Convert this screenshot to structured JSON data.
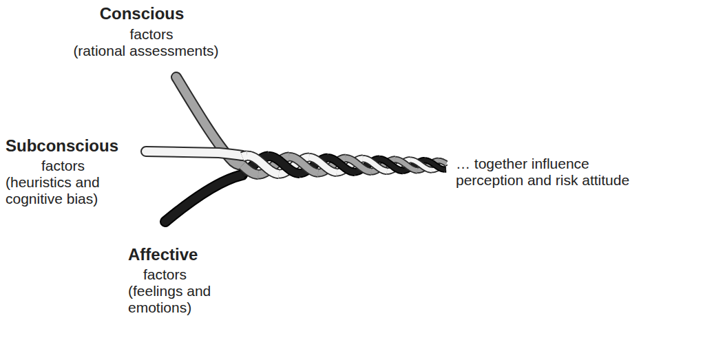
{
  "diagram": {
    "labels": [
      "Conscious",
      "factors",
      "(rational assessments)",
      "Subconscious",
      "factors",
      "(heuristics and cognitive bias)",
      "Affective",
      "factors",
      "(feelings and emotions)",
      "… together influence perception and risk attitude"
    ]
  }
}
